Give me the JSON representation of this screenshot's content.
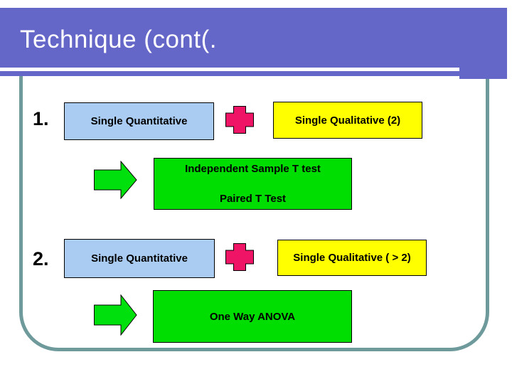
{
  "slide": {
    "title": "Technique (cont(.",
    "colors": {
      "title_bar": "#6466c8",
      "frame_border": "#6f9a9c",
      "quantitative_box": "#aaccf2",
      "qualitative_box": "#ffff00",
      "result_box": "#00dd00",
      "plus_icon": "#f01466",
      "arrow_icon": "#00e00c"
    },
    "sections": [
      {
        "number": "1.",
        "quantitative": "Single Quantitative",
        "qualitative": "Single Qualitative (2)",
        "results": [
          "Independent Sample T test",
          "Paired T Test"
        ]
      },
      {
        "number": "2.",
        "quantitative": "Single Quantitative",
        "qualitative": "Single Qualitative ( > 2)",
        "results": [
          "One Way ANOVA"
        ]
      }
    ]
  }
}
